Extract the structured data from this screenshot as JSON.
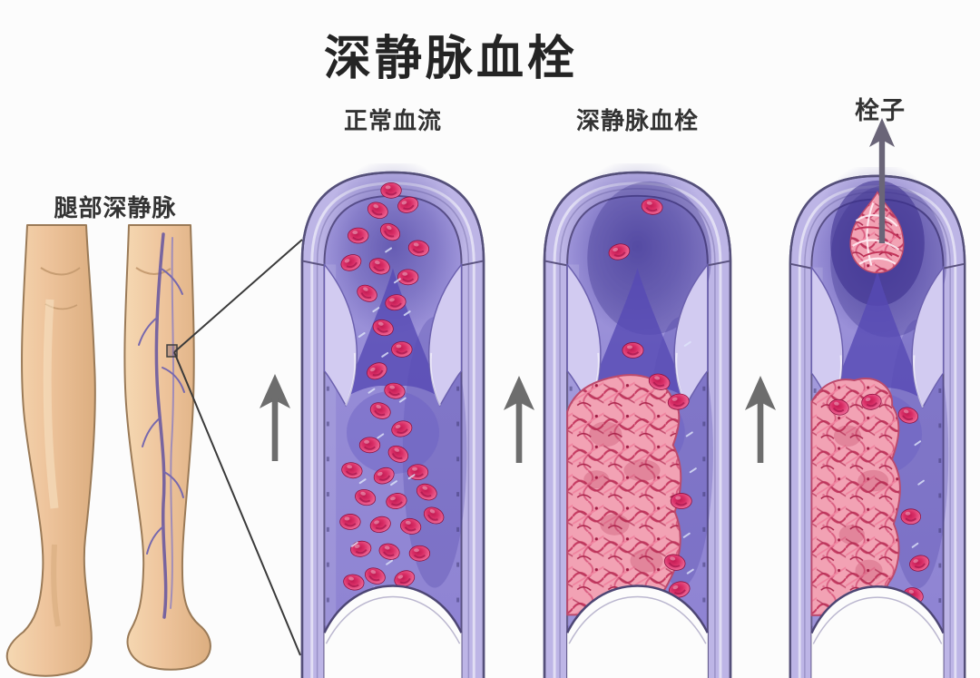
{
  "title": "深静脉血栓",
  "panels": {
    "leg": {
      "label": "腿部深静脉"
    },
    "normal_flow": {
      "label": "正常血流"
    },
    "dvt": {
      "label": "深静脉血栓"
    },
    "embolus": {
      "label": "栓子"
    }
  },
  "icons": {
    "flow_arrows": "up-arrow",
    "embolus_arrow": "up-arrow",
    "callout": "zoom-callout-lines"
  },
  "colors": {
    "background": "#fcfcfc",
    "title_text": "#242424",
    "label_text": "#333333",
    "vein_wall": "#bdb5e6",
    "vein_wall_border": "#55507a",
    "vein_lumen": "#968cd6",
    "vein_lumen_dark": "#4b41a0",
    "valve_flap": "#d2cbf1",
    "blood_cell": "#d92e66",
    "clot_base": "#f2a2b4",
    "clot_strand": "#c63a61",
    "arrow_gray": "#6d6d6d",
    "skin": "#eec49c",
    "skin_shadow": "#dcae80",
    "leg_vein": "#6a5aa0",
    "callout_line": "#3a3a3a"
  }
}
